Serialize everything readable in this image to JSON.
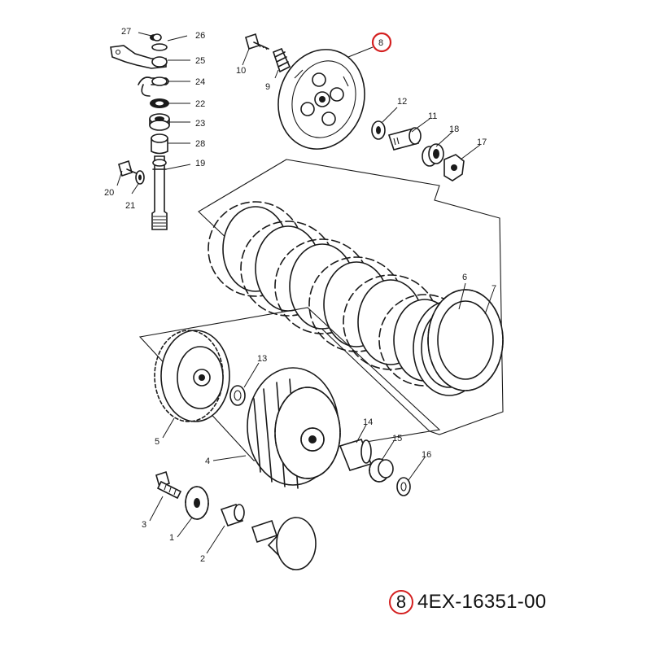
{
  "callouts": {
    "p1": "1",
    "p2": "2",
    "p3": "3",
    "p4": "4",
    "p5": "5",
    "p6": "6",
    "p7": "7",
    "p8": "8",
    "p9": "9",
    "p10": "10",
    "p11": "11",
    "p12": "12",
    "p13": "13",
    "p14": "14",
    "p15": "15",
    "p16": "16",
    "p17": "17",
    "p18": "18",
    "p19": "19",
    "p20": "20",
    "p21": "21",
    "p22": "22",
    "p23": "23",
    "p24": "24",
    "p25": "25",
    "p26": "26",
    "p27": "27",
    "p28": "28"
  },
  "highlight": {
    "ring_label": "8",
    "part_number": "4EX-16351-00",
    "color": "#d42020"
  }
}
